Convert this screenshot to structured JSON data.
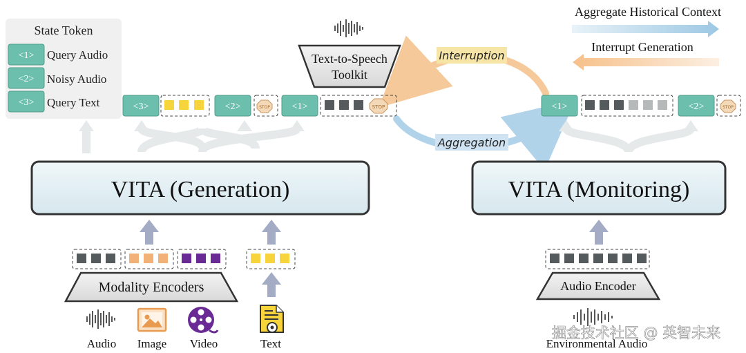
{
  "legend": {
    "title": "State Token",
    "items": [
      {
        "token": "<1>",
        "label": "Query Audio"
      },
      {
        "token": "<2>",
        "label": "Noisy Audio"
      },
      {
        "token": "<3>",
        "label": "Query Text"
      }
    ]
  },
  "tts": {
    "line1": "Text-to-Speech",
    "line2": "Toolkit"
  },
  "flow": {
    "interruption": "Interruption",
    "aggregation": "Aggregation",
    "aggregate_context": "Aggregate Historical Context",
    "interrupt_generation": "Interrupt Generation"
  },
  "gen_seq": {
    "t1": "<3>",
    "t2": "<2>",
    "t3": "<1>",
    "stop": "STOP"
  },
  "mon_seq": {
    "t1": "<1>",
    "t2": "<2>",
    "stop": "STOP"
  },
  "vita_gen": "VITA (Generation)",
  "vita_mon": "VITA (Monitoring)",
  "encoders": {
    "modality": "Modality Encoders",
    "audio": "Audio Encoder"
  },
  "inputs": {
    "audio": "Audio",
    "image": "Image",
    "video": "Video",
    "text": "Text",
    "env_audio": "Environmental Audio"
  },
  "watermark": "掘金技术社区 @ 英智未来",
  "colors": {
    "token_teal": "#6dbfad",
    "gray_square": "#555b5c",
    "orange_square": "#f2b277",
    "purple_square": "#6a2a96",
    "yellow_square": "#f7d43b",
    "vita_box": "#e3eff3",
    "interruption_bg": "#f7e5a8",
    "aggregation_bg": "#cfe3f2"
  },
  "icons": [
    "waveform-icon",
    "image-icon",
    "film-reel-icon",
    "text-document-icon",
    "stop-sign-icon"
  ]
}
